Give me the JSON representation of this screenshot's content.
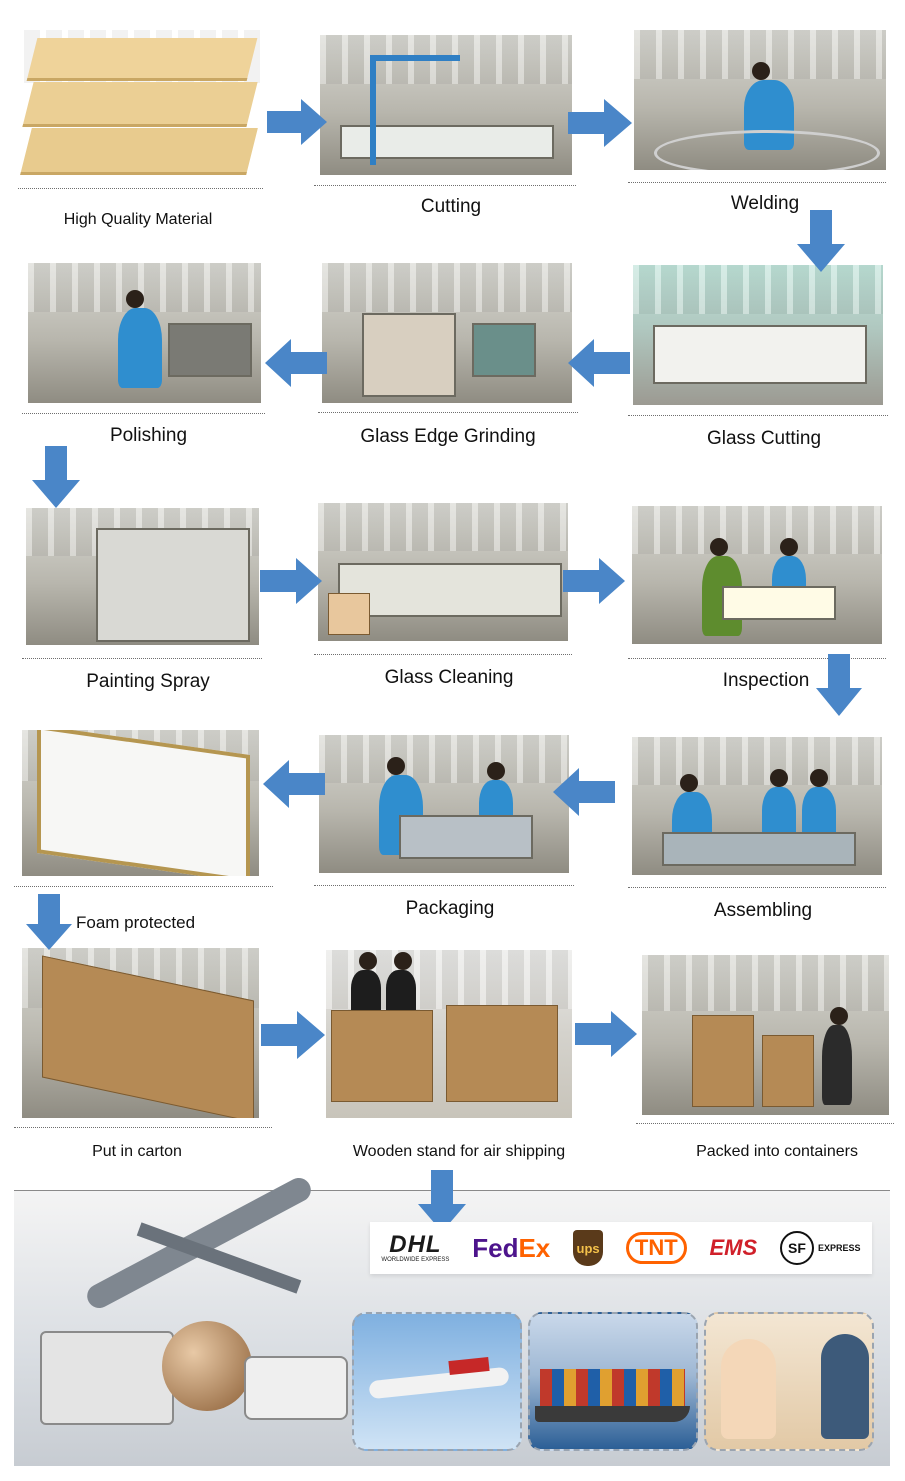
{
  "steps": {
    "material": "High Quality Material",
    "cutting": "Cutting",
    "welding": "Welding",
    "polishing": "Polishing",
    "edge_grinding": "Glass Edge Grinding",
    "glass_cutting": "Glass Cutting",
    "painting": "Painting Spray",
    "cleaning": "Glass Cleaning",
    "inspection": "Inspection",
    "foam": "Foam protected",
    "packaging": "Packaging",
    "assembling": "Assembling",
    "carton": "Put in carton",
    "wooden": "Wooden stand for air shipping",
    "containers": "Packed into containers"
  },
  "couriers": {
    "dhl": "DHL",
    "dhl_sub": "WORLDWIDE EXPRESS",
    "fedex_a": "Fed",
    "fedex_b": "Ex",
    "ups": "ups",
    "tnt": "TNT",
    "ems": "EMS",
    "sf": "SF",
    "sf_sub": "EXPRESS"
  },
  "colors": {
    "arrow": "#4a86c8",
    "dhl": "#1a1a1a",
    "fedex_purple": "#4d148c",
    "fedex_orange": "#ff6200",
    "ups": "#5a3a1a",
    "tnt": "#ff6200",
    "ems": "#d0202a"
  }
}
